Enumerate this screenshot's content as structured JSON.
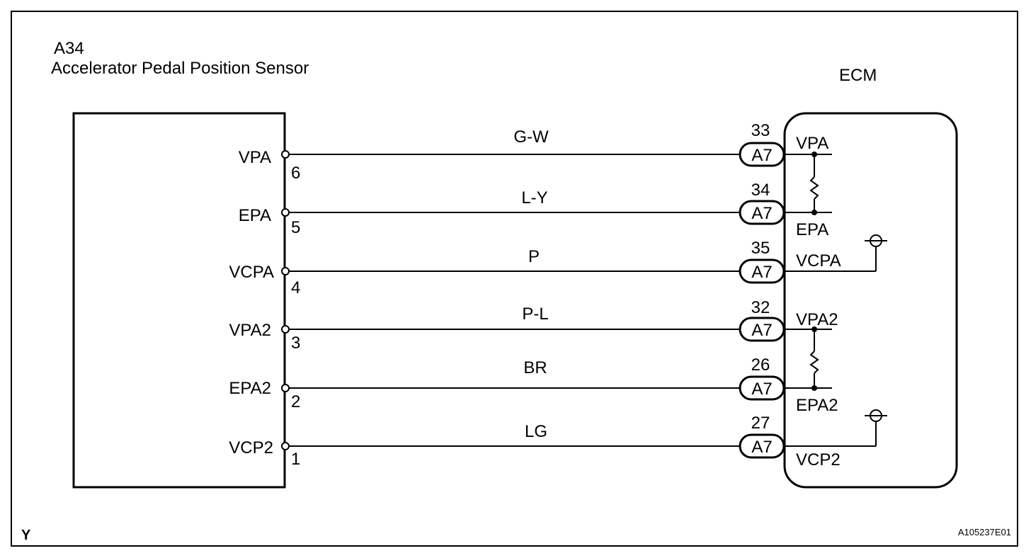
{
  "diagram_footer_left": "Y",
  "diagram_id": "A105237E01",
  "sensor": {
    "code": "A34",
    "name": "Accelerator Pedal Position Sensor"
  },
  "ecm": {
    "title": "ECM"
  },
  "connector_label": "A7",
  "circuits": [
    {
      "sensor_pin_name": "VPA",
      "sensor_pin_no": "6",
      "wire_color": "G-W",
      "ecm_pin_no": "33",
      "ecm_pin_name": "VPA"
    },
    {
      "sensor_pin_name": "EPA",
      "sensor_pin_no": "5",
      "wire_color": "L-Y",
      "ecm_pin_no": "34",
      "ecm_pin_name": "EPA"
    },
    {
      "sensor_pin_name": "VCPA",
      "sensor_pin_no": "4",
      "wire_color": "P",
      "ecm_pin_no": "35",
      "ecm_pin_name": "VCPA"
    },
    {
      "sensor_pin_name": "VPA2",
      "sensor_pin_no": "3",
      "wire_color": "P-L",
      "ecm_pin_no": "32",
      "ecm_pin_name": "VPA2"
    },
    {
      "sensor_pin_name": "EPA2",
      "sensor_pin_no": "2",
      "wire_color": "BR",
      "ecm_pin_no": "26",
      "ecm_pin_name": "EPA2"
    },
    {
      "sensor_pin_name": "VCP2",
      "sensor_pin_no": "1",
      "wire_color": "LG",
      "ecm_pin_no": "27",
      "ecm_pin_name": "VCP2"
    }
  ]
}
